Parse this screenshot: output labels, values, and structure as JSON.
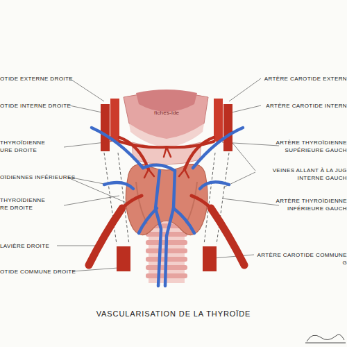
{
  "diagram": {
    "title": "VASCULARISATION DE LA THYROÏDE",
    "labels": [
      "OTIDE EXTERNE DROITE",
      "ARTÈRE CAROTIDE EXTERN",
      "fiches-ide",
      "OTIDE INTERNE DROITE",
      "ARTÈRE CAROTIDE INTERN",
      "THYROÏDIENNE URE DROITE",
      "ARTÈRE THYROÏDIENNE SUPÉRIEURE GAUCH",
      "VEINES ALLANT À LA JUG INTERNE GAUCH",
      "OÏDIENNES INFÉRIEURES",
      "THYROÏDIENNE RE DROITE",
      "ARTÈRE THYROÏDIENNE INFÉRIEURE GAUCH",
      "LAVIÈRE DROITE",
      "ARTÈRE CAROTIDE COMMUNE G",
      "OTIDE COMMUNE DROITE"
    ]
  }
}
